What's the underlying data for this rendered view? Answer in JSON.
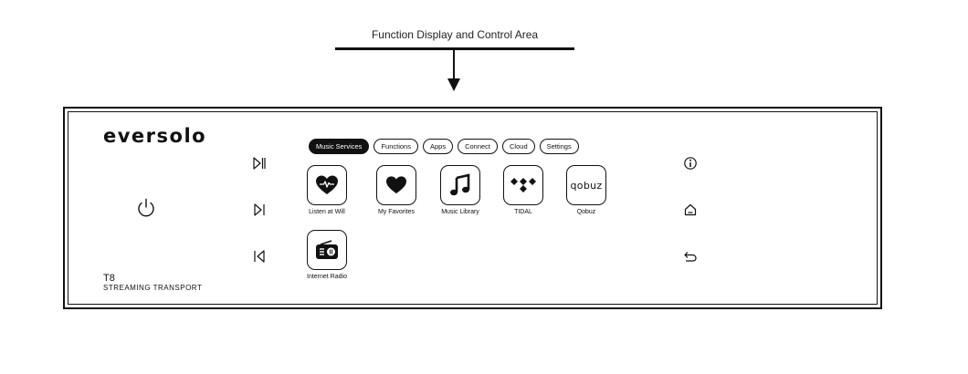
{
  "callout": {
    "label": "Function Display and Control Area"
  },
  "device": {
    "brand": "eversolo",
    "model": "T8",
    "model_sub": "STREAMING TRANSPORT"
  },
  "tabs": [
    {
      "label": "Music Services",
      "active": true
    },
    {
      "label": "Functions",
      "active": false
    },
    {
      "label": "Apps",
      "active": false
    },
    {
      "label": "Connect",
      "active": false
    },
    {
      "label": "Cloud",
      "active": false
    },
    {
      "label": "Settings",
      "active": false
    }
  ],
  "apps": [
    {
      "label": "Listen at Will",
      "icon": "heart-pulse-icon"
    },
    {
      "label": "My Favorites",
      "icon": "heart-icon"
    },
    {
      "label": "Music Library",
      "icon": "music-note-icon"
    },
    {
      "label": "TIDAL",
      "icon": "tidal-icon"
    },
    {
      "label": "Qobuz",
      "icon": "qobuz-icon",
      "icon_text": "qobuz"
    },
    {
      "label": "Internet Radio",
      "icon": "radio-icon"
    }
  ],
  "controls": {
    "left": [
      "play-pause-icon",
      "next-track-icon",
      "previous-track-icon"
    ],
    "right": [
      "info-icon",
      "home-icon",
      "back-icon"
    ]
  }
}
